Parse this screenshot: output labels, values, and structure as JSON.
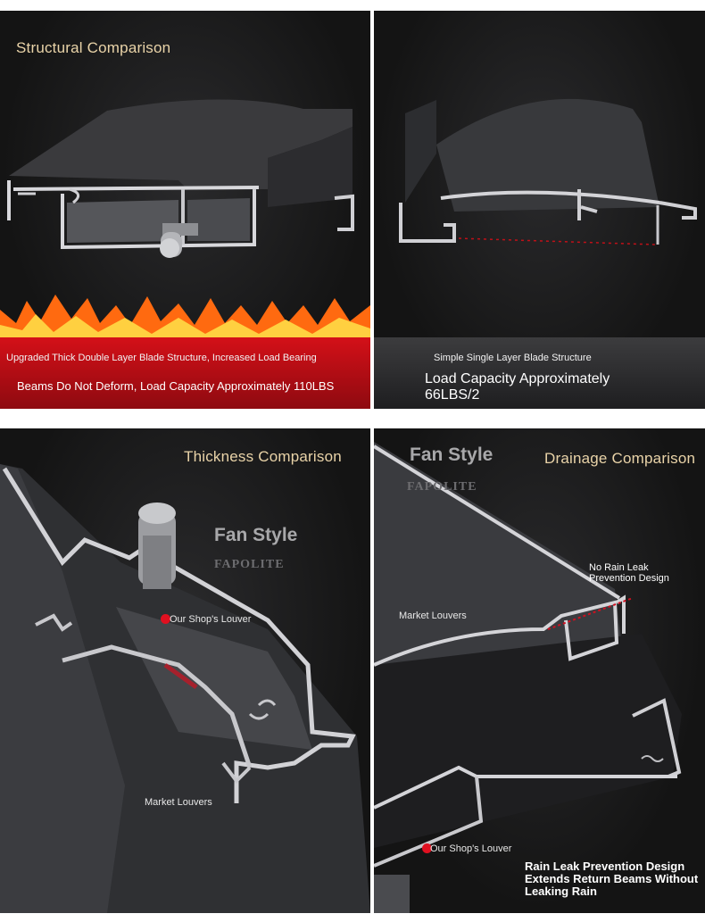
{
  "panels": {
    "structural": {
      "heading": "Structural Comparison",
      "left_caption_top": "Upgraded Thick Double Layer Blade Structure, Increased Load Bearing",
      "left_caption_bottom": "Beams Do Not Deform, Load Capacity Approximately 110LBS",
      "right_caption_top": "Simple Single Layer Blade Structure",
      "right_caption_bottom": "Load Capacity Approximately 66LBS/2"
    },
    "thickness": {
      "heading": "Thickness Comparison",
      "brand": "Fan Style",
      "brand_sub": "FAPOLITE",
      "label_shop": "Our Shop's Louver",
      "label_market": "Market Louvers"
    },
    "drainage": {
      "heading": "Drainage Comparison",
      "brand": "Fan Style",
      "brand_sub": "FAPOLITE",
      "label_market": "Market Louvers",
      "label_shop": "Our Shop's Louver",
      "note": "No Rain Leak Prevention Design",
      "rain_text": "Rain Leak Prevention Design Extends Return Beams Without Leaking Rain"
    }
  },
  "colors": {
    "heading": "#e9d3a8",
    "accent_red": "#e01020",
    "panel_bg": "#141414"
  }
}
